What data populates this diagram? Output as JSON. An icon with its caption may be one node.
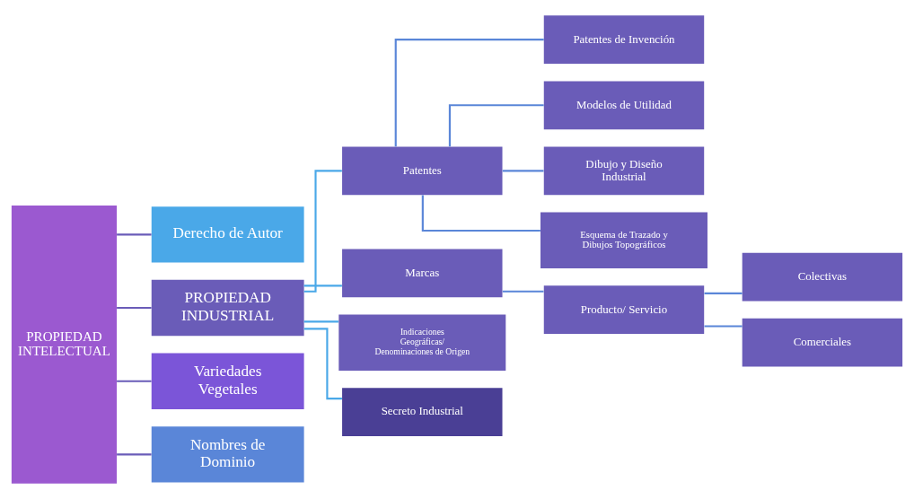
{
  "diagram": {
    "nodes": [
      {
        "text": [
          "PROPIEDAD INTELECTUAL"
        ]
      },
      {
        "text": [
          "Derecho de Autor"
        ]
      },
      {
        "text": [
          "PROPIEDAD INDUSTRIAL"
        ]
      },
      {
        "text": [
          "Variedades Vegetales"
        ]
      },
      {
        "text": [
          "Nombres de Dominio"
        ]
      },
      {
        "text": [
          "Patentes"
        ]
      },
      {
        "text": [
          "Marcas"
        ]
      },
      {
        "text": [
          "Indicaciones Geográficas/ Denominaciones de Origen"
        ]
      },
      {
        "text": [
          "Secreto Industrial"
        ]
      },
      {
        "text": [
          "Patentes de Invención"
        ]
      },
      {
        "text": [
          "Modelos de Utilidad"
        ]
      },
      {
        "text": [
          "Dibujo y Diseño Industrial"
        ]
      },
      {
        "text": [
          "Esquema de Trazado y Dibujos Topográficos"
        ]
      },
      {
        "text": [
          "Producto/ Servicio"
        ]
      },
      {
        "text": [
          "Colectivas"
        ]
      },
      {
        "text": [
          "Comerciales"
        ]
      }
    ],
    "edges": [
      {
        "from": 0,
        "to": 1,
        "arrow": "none",
        "color": "#6a5cb8"
      },
      {
        "from": 0,
        "to": 2,
        "arrow": "none",
        "color": "#6a5cb8"
      },
      {
        "from": 0,
        "to": 3,
        "arrow": "none",
        "color": "#6a5cb8"
      },
      {
        "from": 0,
        "to": 4,
        "arrow": "none",
        "color": "#6a5cb8"
      },
      {
        "from": 2,
        "to": 5,
        "arrow": "none",
        "color": "#4aa8e8"
      },
      {
        "from": 2,
        "to": 6,
        "arrow": "none",
        "color": "#4aa8e8"
      },
      {
        "from": 2,
        "to": 7,
        "arrow": "none",
        "color": "#4aa8e8"
      },
      {
        "from": 2,
        "to": 8,
        "arrow": "none",
        "color": "#4aa8e8"
      },
      {
        "from": 5,
        "to": 9,
        "arrow": "none"
      },
      {
        "from": 5,
        "to": 10,
        "arrow": "none"
      },
      {
        "from": 5,
        "to": 11,
        "arrow": "none"
      },
      {
        "from": 5,
        "to": 12,
        "arrow": "none"
      },
      {
        "from": 6,
        "to": 13,
        "arrow": "none"
      },
      {
        "from": 13,
        "to": 14,
        "arrow": "none"
      },
      {
        "from": 13,
        "to": 15,
        "arrow": "none"
      }
    ]
  }
}
